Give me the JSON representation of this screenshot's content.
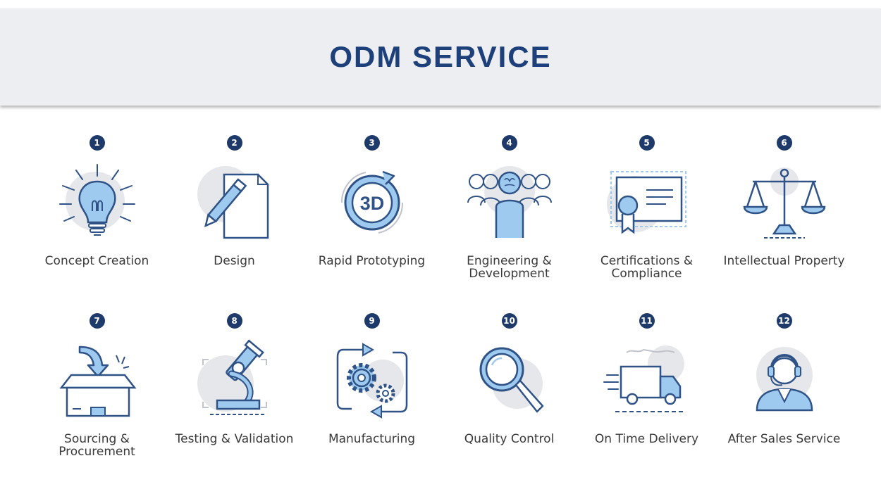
{
  "header": {
    "title": "ODM SERVICE"
  },
  "colors": {
    "primary": "#1e3a6a",
    "accent": "#9fcaef",
    "outline": "#2f5287"
  },
  "services": [
    {
      "number": "1",
      "label": "Concept Creation",
      "icon": "lightbulb-icon"
    },
    {
      "number": "2",
      "label": "Design",
      "icon": "pen-document-icon"
    },
    {
      "number": "3",
      "label": "Rapid Prototyping",
      "icon": "3d-rotation-icon"
    },
    {
      "number": "4",
      "label": "Engineering & Development",
      "icon": "team-brain-icon"
    },
    {
      "number": "5",
      "label": "Certifications & Compliance",
      "icon": "certificate-icon"
    },
    {
      "number": "6",
      "label": "Intellectual Property",
      "icon": "scales-icon"
    },
    {
      "number": "7",
      "label": "Sourcing & Procurement",
      "icon": "box-arrow-icon"
    },
    {
      "number": "8",
      "label": "Testing & Validation",
      "icon": "microscope-icon"
    },
    {
      "number": "9",
      "label": "Manufacturing",
      "icon": "gears-cycle-icon"
    },
    {
      "number": "10",
      "label": "Quality Control",
      "icon": "magnifier-icon"
    },
    {
      "number": "11",
      "label": "On Time Delivery",
      "icon": "delivery-truck-icon"
    },
    {
      "number": "12",
      "label": "After Sales Service",
      "icon": "support-agent-icon"
    }
  ]
}
